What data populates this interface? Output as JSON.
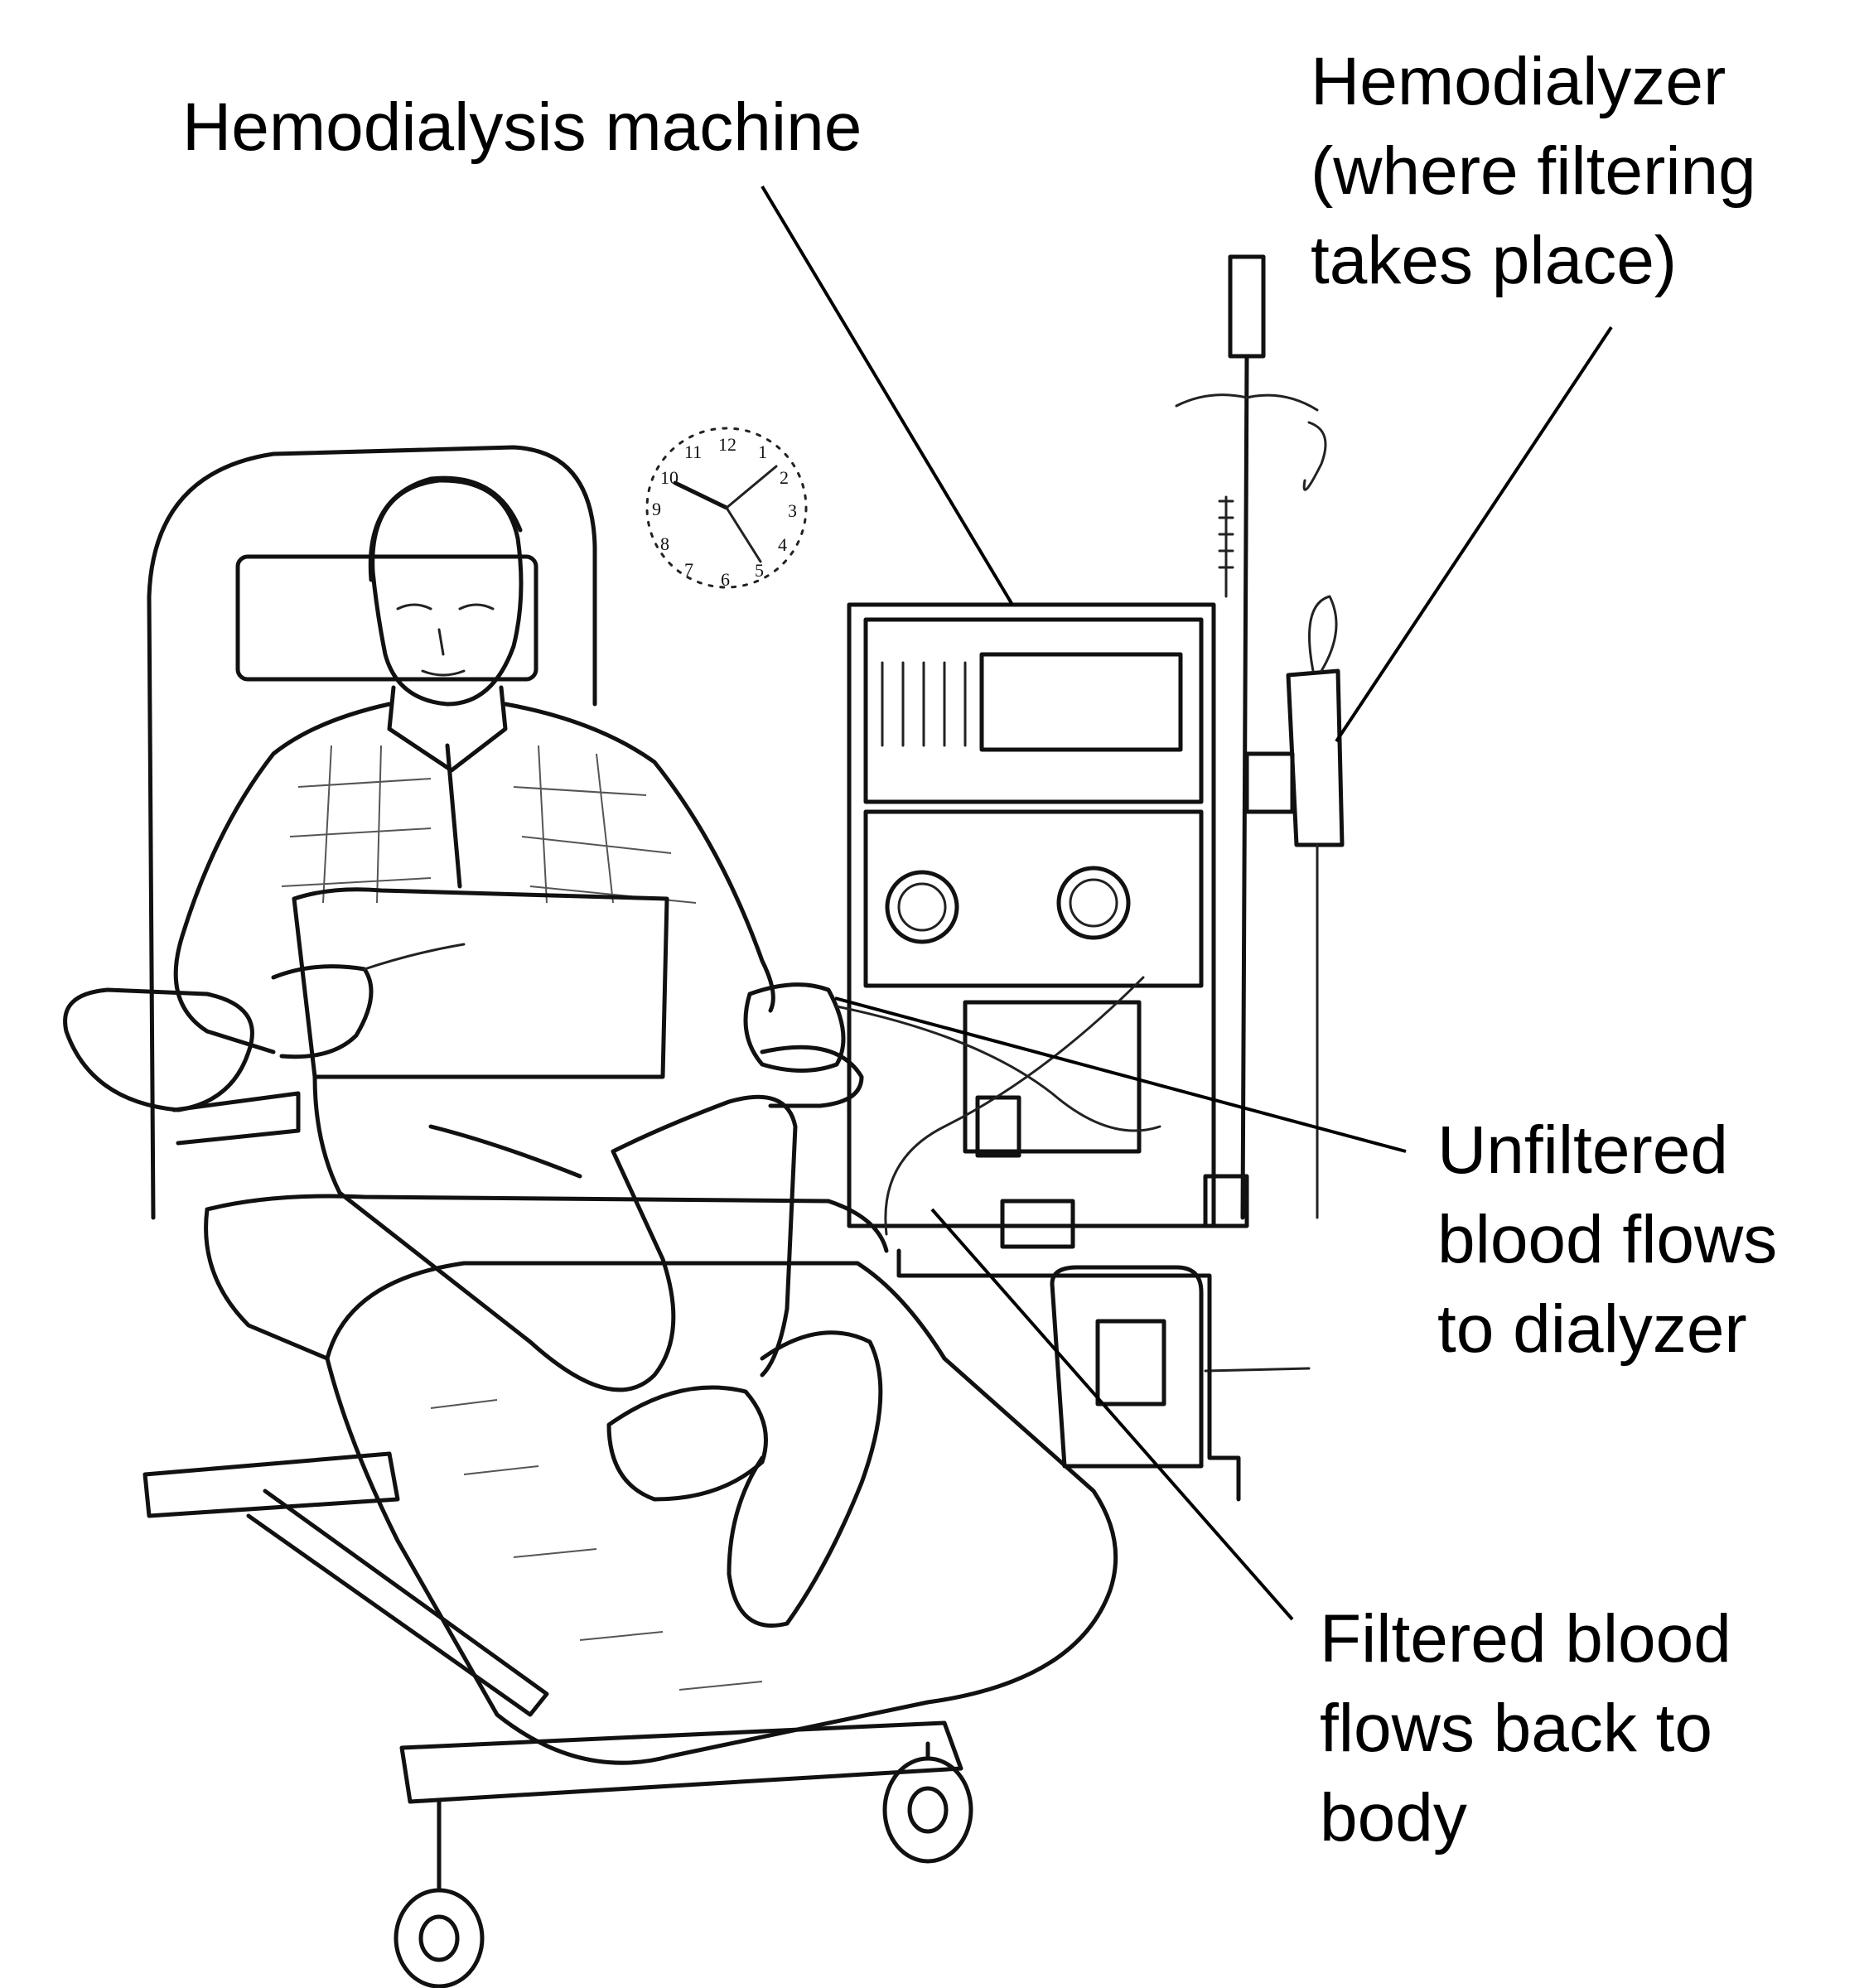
{
  "labels": {
    "machine": "Hemodialysis machine",
    "dialyzer": [
      "Hemodialyzer",
      "(where filtering",
      "takes place)"
    ],
    "unfiltered": [
      "Unfiltered",
      "blood flows",
      "to dialyzer"
    ],
    "filtered": [
      "Filtered blood",
      "flows back to",
      "body"
    ]
  },
  "clock": {
    "numerals": [
      "12",
      "1",
      "2",
      "3",
      "4",
      "5",
      "6",
      "7",
      "8",
      "9",
      "10",
      "11"
    ]
  },
  "colors": {
    "ink": "#111111",
    "background": "#ffffff"
  }
}
